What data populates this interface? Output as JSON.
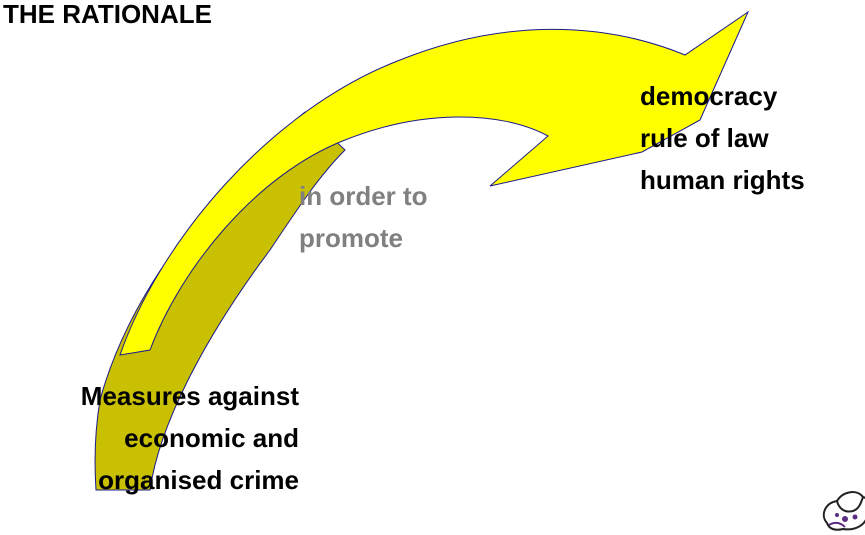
{
  "title": "THE RATIONALE",
  "connector": {
    "lines": [
      "in order to",
      "promote"
    ]
  },
  "targets": {
    "lines": [
      "democracy",
      "rule of law",
      "human rights"
    ]
  },
  "measures": {
    "lines": [
      "Measures against",
      "economic and",
      "organised crime"
    ]
  },
  "colors": {
    "arrow_fill_dark": "#c8c000",
    "arrow_fill_light": "#ffff00",
    "arrow_outline": "#1a1a8c",
    "connector_text": "#808080",
    "text": "#000000"
  },
  "logo": {
    "icon": "jester-logo-icon"
  }
}
